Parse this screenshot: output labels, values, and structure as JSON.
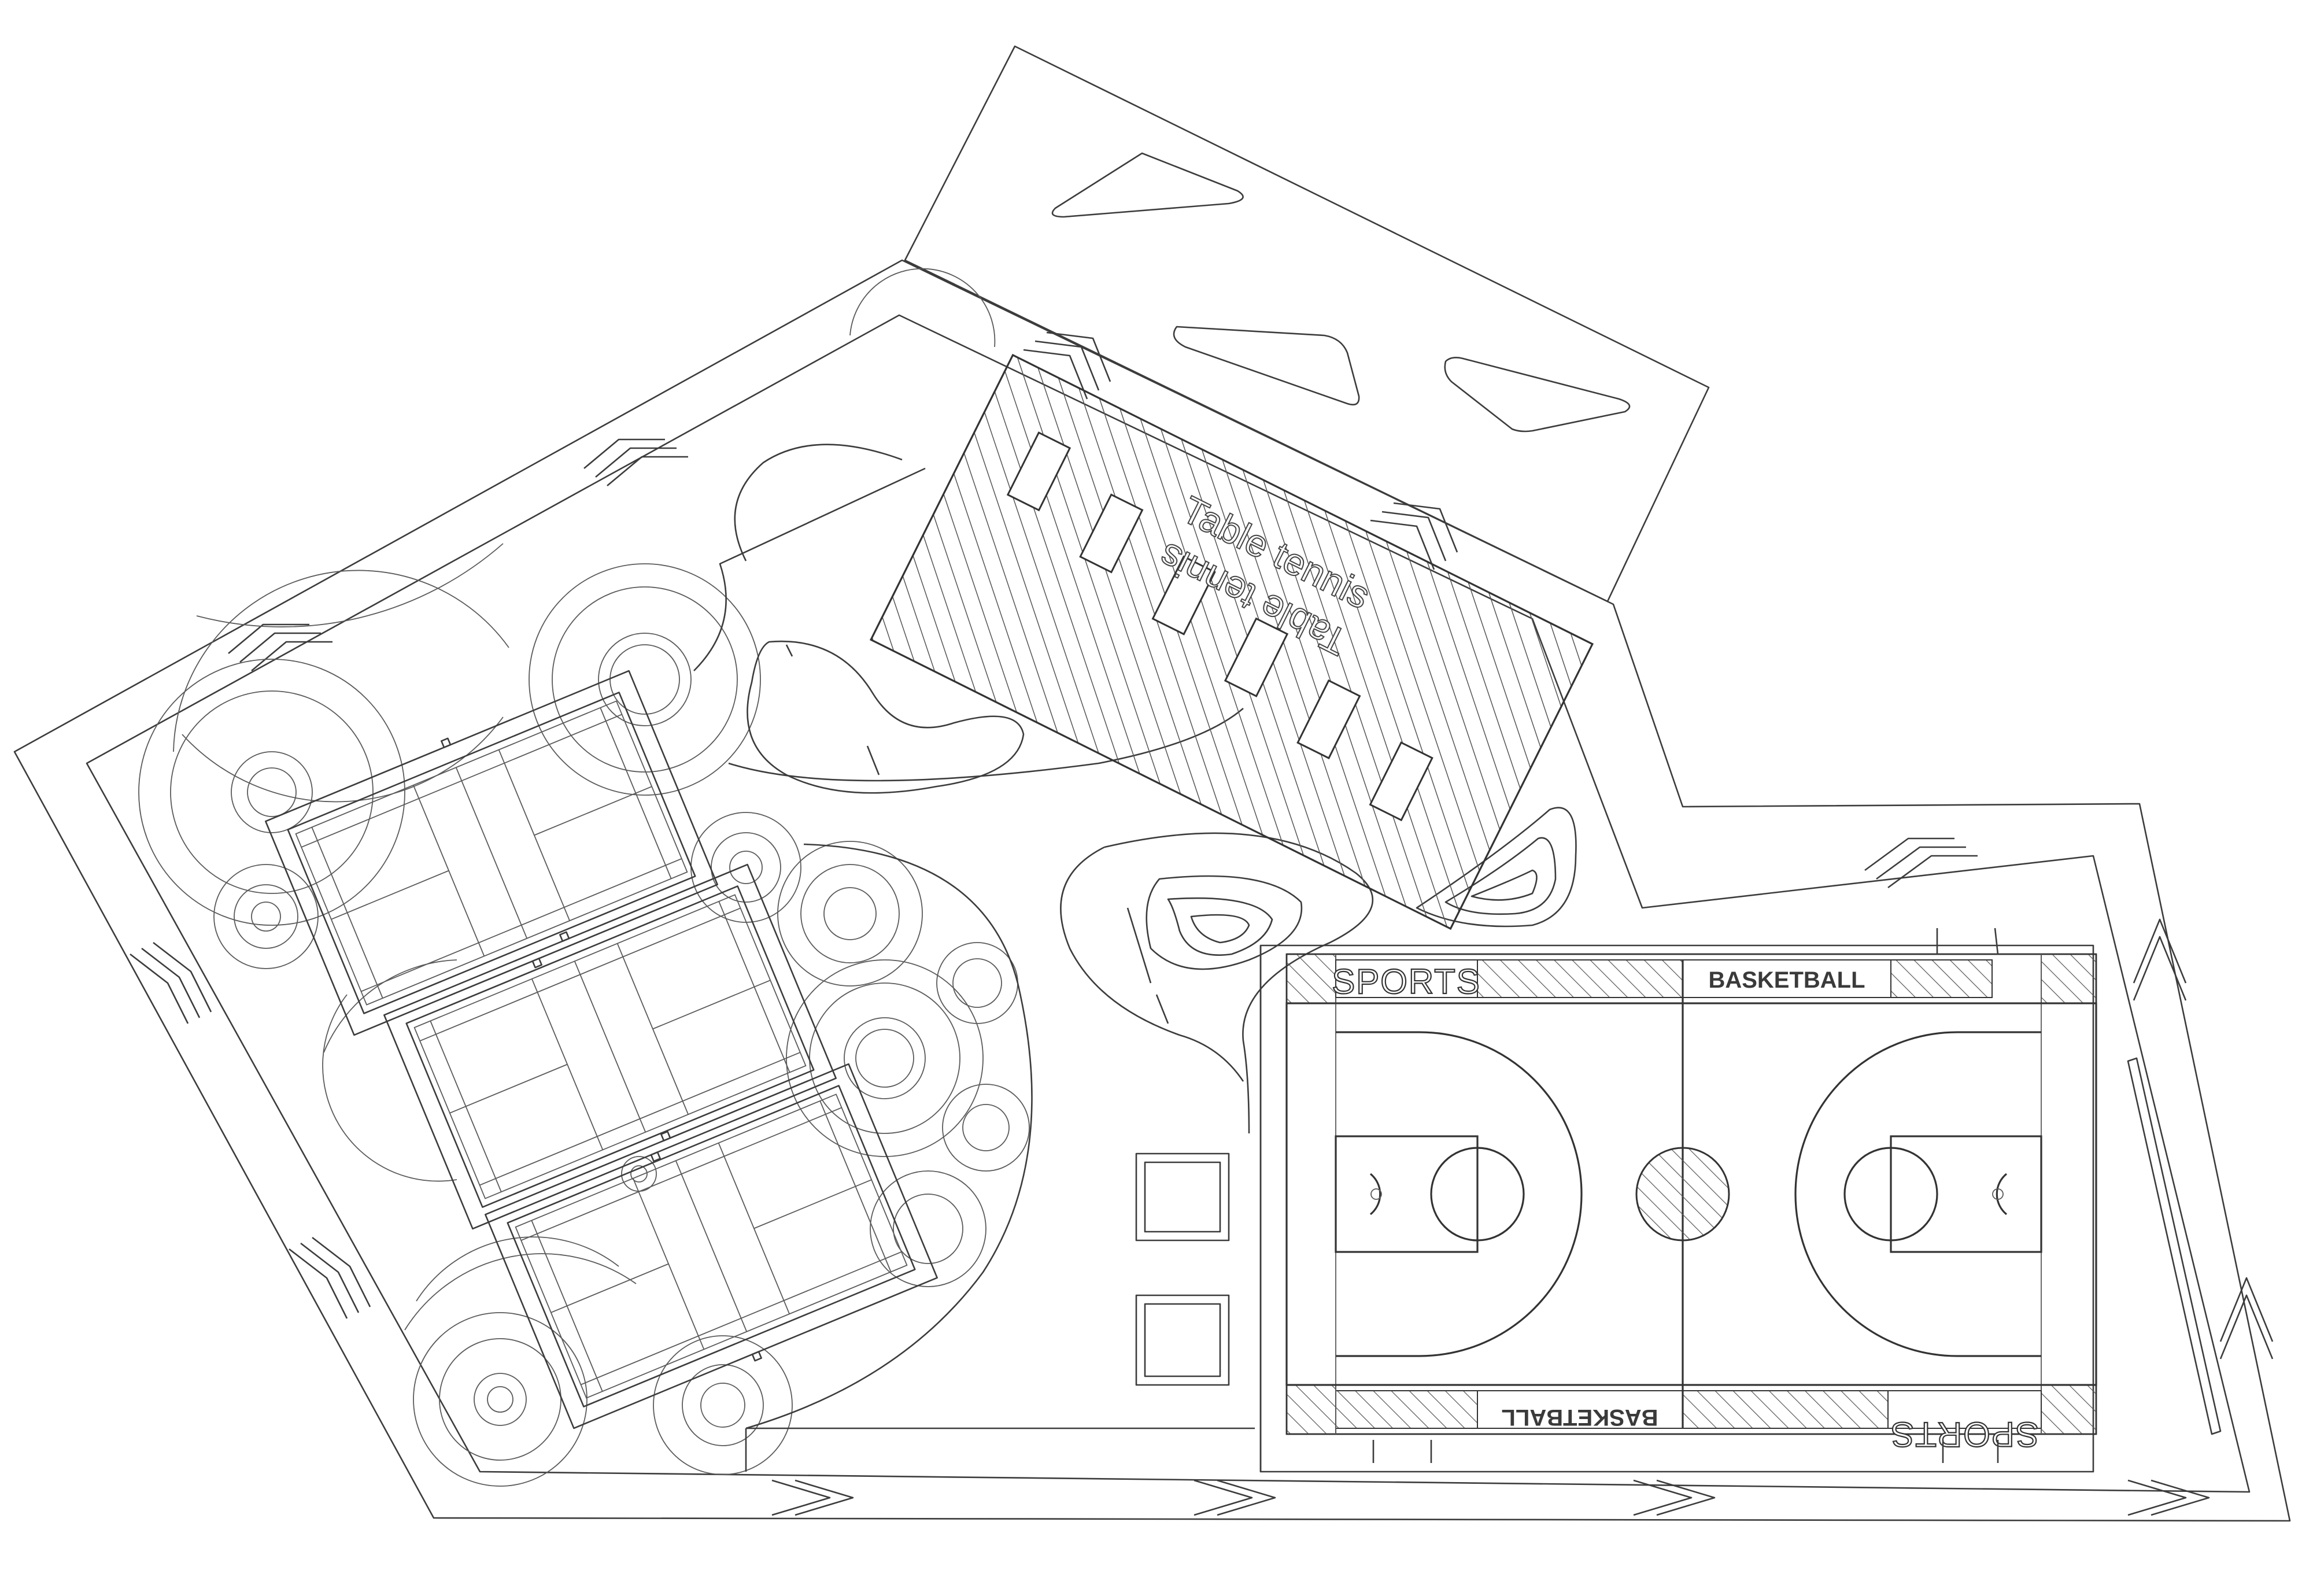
{
  "site_plan": {
    "labels": {
      "sports_top": "SPORTS",
      "sports_bottom": "SPORTS",
      "basketball_top": "BASKETBALL",
      "basketball_bottom": "BASKETBALL",
      "table_tennis_top": "Table tennis",
      "table_tennis_bottom": "Table tennis"
    },
    "colors": {
      "line": "#3c3c3c",
      "hatch": "#555555",
      "background": "#ffffff"
    },
    "icons": [
      "chevron-arrow-icon",
      "triangle-skylight-icon"
    ],
    "facilities": {
      "badminton_courts": 3,
      "table_tennis_tables": 6,
      "basketball_courts": 1
    }
  }
}
